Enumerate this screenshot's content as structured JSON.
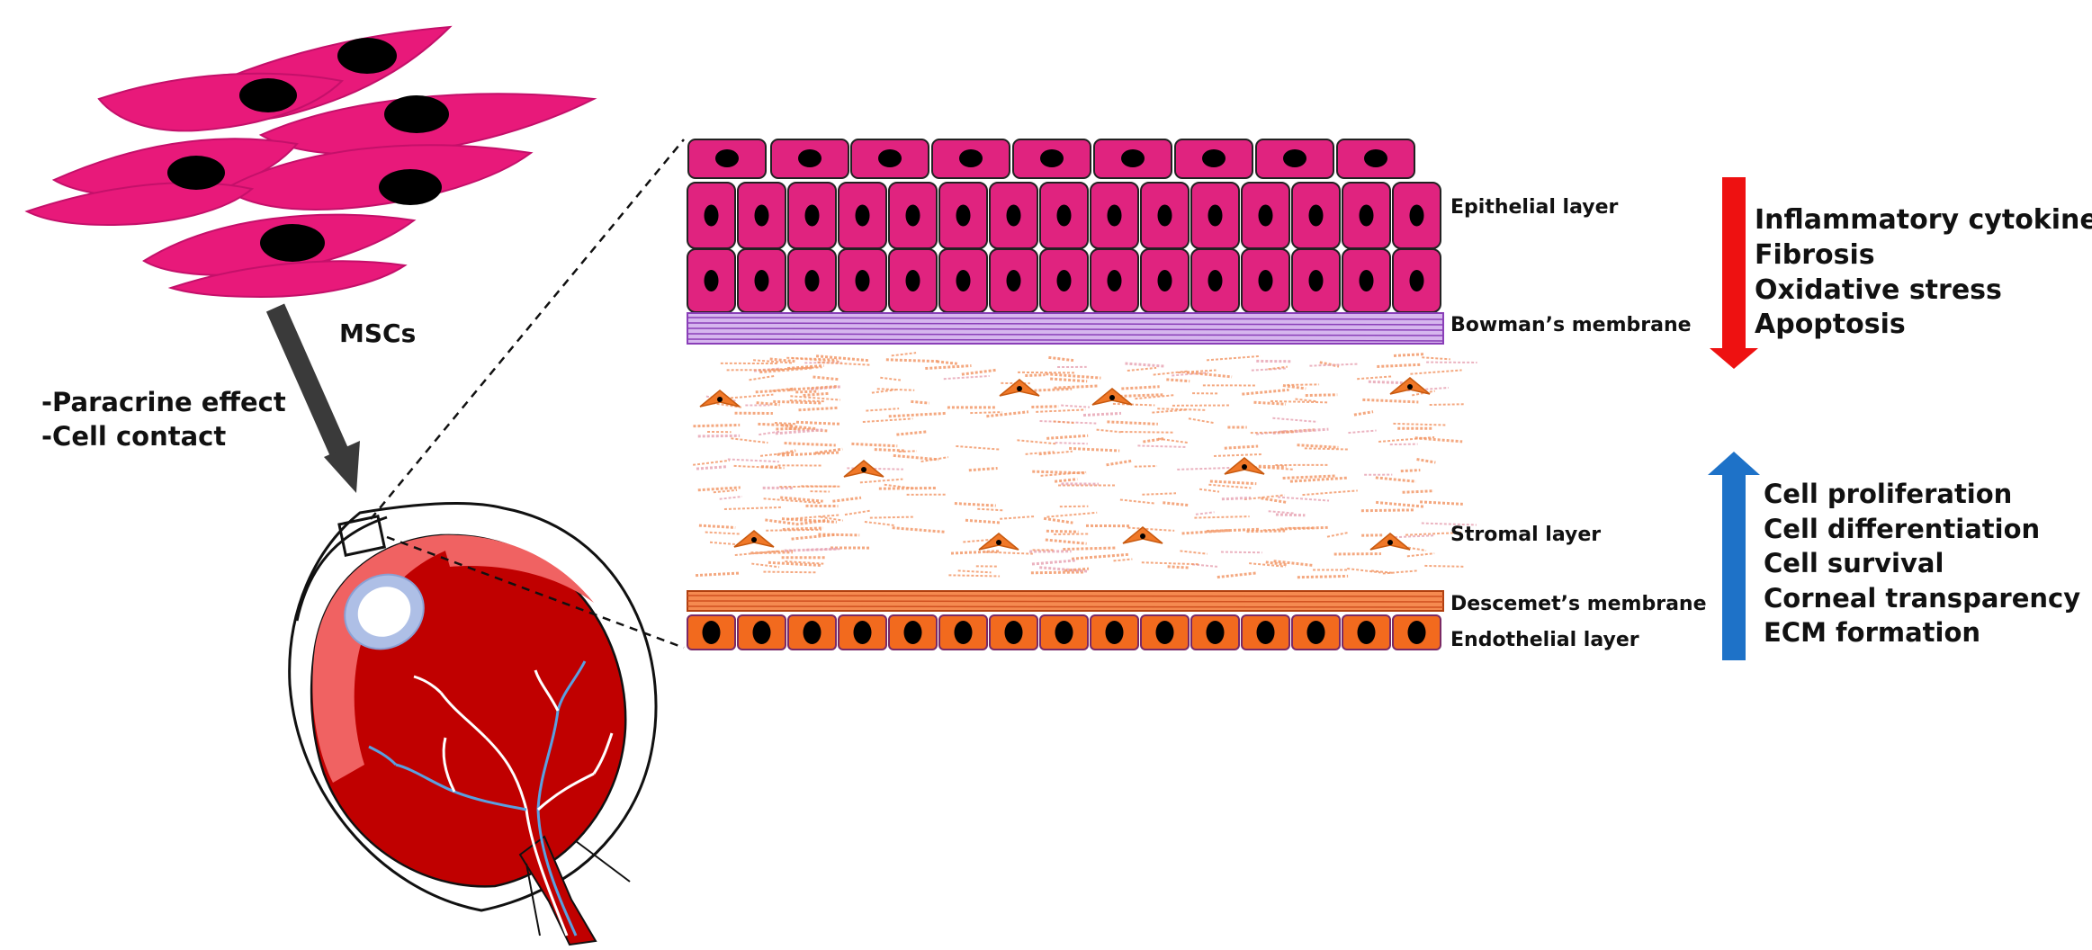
{
  "labels": {
    "mscs": "MSCs",
    "mechanisms": [
      "-Paracrine effect",
      "-Cell contact"
    ]
  },
  "layers": {
    "epithelial": "Epithelial layer",
    "bowman": "Bowman’s membrane",
    "stromal": "Stromal layer",
    "descemet": "Descemet’s membrane",
    "endothelial": "Endothelial layer"
  },
  "decrease": {
    "arrow_color": "#ee1111",
    "items": [
      "Inflammatory cytokines",
      "Fibrosis",
      "Oxidative stress",
      "Apoptosis"
    ]
  },
  "increase": {
    "arrow_color": "#1e72c8",
    "items": [
      "Cell proliferation",
      "Cell differentiation",
      "Cell survival",
      "Corneal transparency",
      "ECM formation"
    ]
  },
  "colors": {
    "msc_pink": "#e8197a",
    "epithelium_pink": "#e0237f",
    "bowman_purple": "#8a3fb8",
    "stroma_orange": "#f39a6a",
    "keratocyte_orange": "#f07828",
    "endothelium_orange": "#f26a1e",
    "eye_red": "#c00000",
    "eye_light_red": "#f06262",
    "lens_blue": "#aebfe6",
    "vessel_blue": "#5aa0e0"
  }
}
